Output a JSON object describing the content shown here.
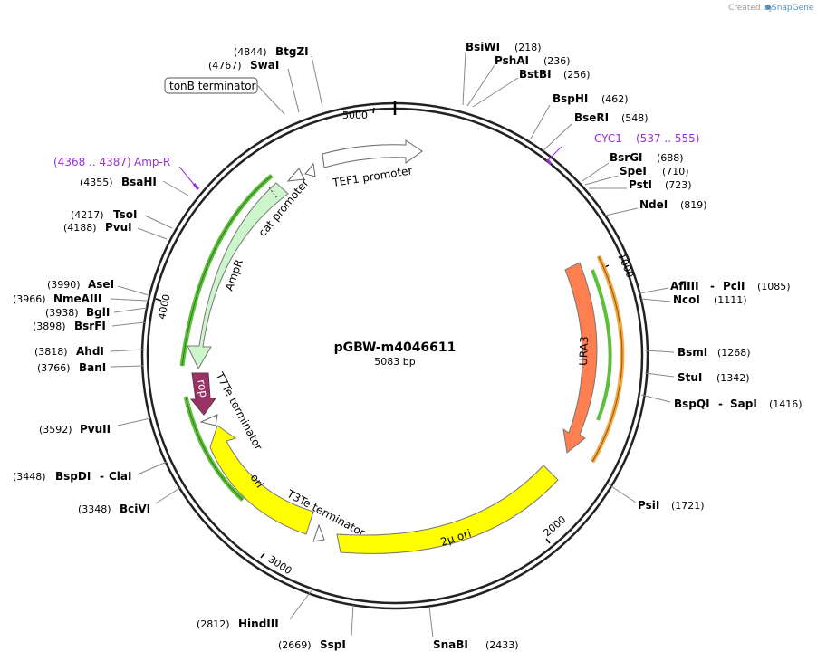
{
  "credit": {
    "prefix": "Created by",
    "brand": "SnapGene"
  },
  "plasmid": {
    "name": "pGBW-m4046611",
    "length_label": "5083 bp"
  },
  "ticks": [
    "1000",
    "2000",
    "3000",
    "4000",
    "5000"
  ],
  "features": [
    {
      "id": "tef1",
      "label": "TEF1 promoter",
      "color": "#ffffff"
    },
    {
      "id": "cat",
      "label": "cat promoter",
      "color": "#ffffff"
    },
    {
      "id": "ampr",
      "label": "AmpR",
      "color": "#ccf5cc"
    },
    {
      "id": "rop",
      "label": "rop",
      "color": "#993366"
    },
    {
      "id": "t7te",
      "label": "T7Te terminator",
      "color": "#ffffff"
    },
    {
      "id": "ori",
      "label": "ori",
      "color": "#ffff00"
    },
    {
      "id": "t3te",
      "label": "T3Te terminator",
      "color": "#ffffff"
    },
    {
      "id": "twomu",
      "label": "2μ ori",
      "color": "#ffff00"
    },
    {
      "id": "ura3",
      "label": "URA3",
      "color": "#ff7f50"
    }
  ],
  "misc": {
    "tonb": "tonB terminator",
    "cyc1": {
      "name": "CYC1",
      "range": "(537 .. 555)"
    },
    "ampr_site": {
      "name": "Amp-R",
      "range": "(4368 .. 4387)"
    }
  },
  "enzymes_right": [
    {
      "name": "BsiWI",
      "pos": "(218)"
    },
    {
      "name": "PshAI",
      "pos": "(236)"
    },
    {
      "name": "BstBI",
      "pos": "(256)"
    },
    {
      "name": "BspHI",
      "pos": "(462)"
    },
    {
      "name": "BseRI",
      "pos": "(548)"
    },
    {
      "name": "BsrGI",
      "pos": "(688)"
    },
    {
      "name": "SpeI",
      "pos": "(710)"
    },
    {
      "name": "PstI",
      "pos": "(723)"
    },
    {
      "name": "NdeI",
      "pos": "(819)"
    },
    {
      "name": "AflIII",
      "name2": "PciI",
      "pos": "(1085)"
    },
    {
      "name": "NcoI",
      "pos": "(1111)"
    },
    {
      "name": "BsmI",
      "pos": "(1268)"
    },
    {
      "name": "StuI",
      "pos": "(1342)"
    },
    {
      "name": "BspQI",
      "name2": "SapI",
      "pos": "(1416)"
    },
    {
      "name": "PsiI",
      "pos": "(1721)"
    },
    {
      "name": "SnaBI",
      "pos": "(2433)"
    }
  ],
  "enzymes_left": [
    {
      "name": "BtgZI",
      "pos": "(4844)"
    },
    {
      "name": "SwaI",
      "pos": "(4767)"
    },
    {
      "name": "BsaHI",
      "pos": "(4355)"
    },
    {
      "name": "TsoI",
      "pos": "(4217)"
    },
    {
      "name": "PvuI",
      "pos": "(4188)"
    },
    {
      "name": "AseI",
      "pos": "(3990)"
    },
    {
      "name": "NmeAIII",
      "pos": "(3966)"
    },
    {
      "name": "BglI",
      "pos": "(3938)"
    },
    {
      "name": "BsrFI",
      "pos": "(3898)"
    },
    {
      "name": "AhdI",
      "pos": "(3818)"
    },
    {
      "name": "BanI",
      "pos": "(3766)"
    },
    {
      "name": "PvuII",
      "pos": "(3592)"
    },
    {
      "name": "BspDI",
      "name2": "ClaI",
      "pos": "(3448)"
    },
    {
      "name": "BciVI",
      "pos": "(3348)"
    },
    {
      "name": "HindIII",
      "pos": "(2812)"
    },
    {
      "name": "SspI",
      "pos": "(2669)"
    }
  ]
}
